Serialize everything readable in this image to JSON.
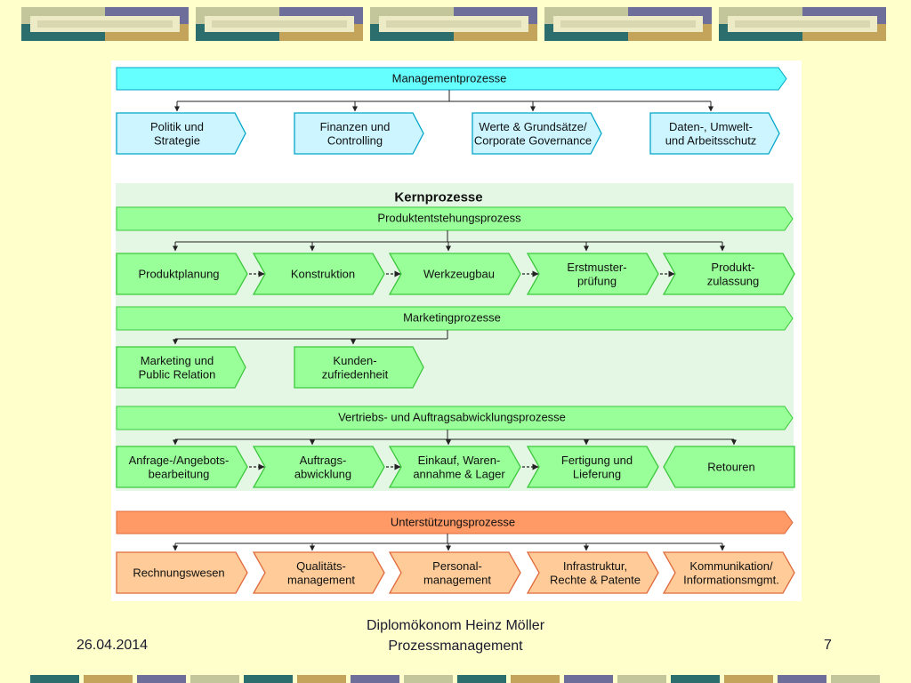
{
  "slide": {
    "footer_date": "26.04.2014",
    "footer_author": "Diplomökonom Heinz Möller",
    "footer_subject": "Prozessmanagement",
    "page_number": "7"
  },
  "colors": {
    "background": "#FFFFCC",
    "management": "#66FFFF",
    "management_light": "#CCF5FF",
    "core": "#99FF99",
    "core_region": "#E4F7E4",
    "support": "#FF9966",
    "support_light": "#FFCC99"
  },
  "diagram": {
    "management": {
      "header": "Managementprozesse",
      "items": [
        [
          "Politik und",
          "Strategie"
        ],
        [
          "Finanzen und",
          "Controlling"
        ],
        [
          "Werte & Grundsätze/",
          "Corporate Governance"
        ],
        [
          "Daten-, Umwelt-",
          "und Arbeitsschutz"
        ]
      ]
    },
    "core": {
      "title": "Kernprozesse",
      "produkt": {
        "header": "Produktentstehungsprozess",
        "items": [
          [
            "Produktplanung"
          ],
          [
            "Konstruktion"
          ],
          [
            "Werkzeugbau"
          ],
          [
            "Erstmuster-",
            "prüfung"
          ],
          [
            "Produkt-",
            "zulassung"
          ]
        ]
      },
      "marketing": {
        "header": "Marketingprozesse",
        "items": [
          [
            "Marketing und",
            "Public Relation"
          ],
          [
            "Kunden-",
            "zufriedenheit"
          ]
        ]
      },
      "vertrieb": {
        "header": "Vertriebs- und Auftragsabwicklungsprozesse",
        "items": [
          [
            "Anfrage-/Angebots-",
            "bearbeitung"
          ],
          [
            "Auftrags-",
            "abwicklung"
          ],
          [
            "Einkauf, Waren-",
            "annahme  & Lager"
          ],
          [
            "Fertigung und",
            "Lieferung"
          ],
          [
            "Retouren"
          ]
        ]
      }
    },
    "support": {
      "header": "Unterstützungsprozesse",
      "items": [
        [
          "Rechnungswesen"
        ],
        [
          "Qualitäts-",
          "management"
        ],
        [
          "Personal-",
          "management"
        ],
        [
          "Infrastruktur,",
          "Rechte & Patente"
        ],
        [
          "Kommunikation/",
          "Informationsmgmt."
        ]
      ]
    }
  }
}
